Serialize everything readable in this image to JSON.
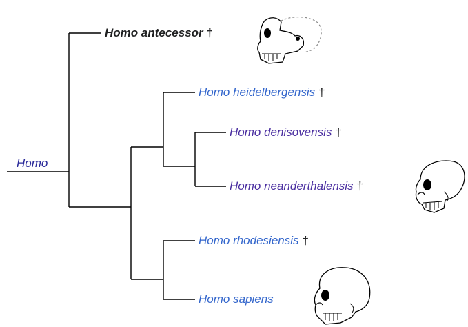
{
  "genus": "Homo",
  "extinct_mark": "†",
  "taxa": {
    "antecessor": "Homo antecessor",
    "heidelbergensis": "Homo heidelbergensis",
    "denisovensis": "Homo denisovensis",
    "neanderthalensis": "Homo neanderthalensis",
    "rhodesiensis": "Homo rhodesiensis",
    "sapiens": "Homo sapiens"
  },
  "colors": {
    "link": "#3366cc",
    "visited_link": "#4a2ea0",
    "current": "#202122",
    "line": "#000000"
  },
  "icons": [
    "skull-antecessor-icon",
    "skull-neanderthal-icon",
    "skull-sapiens-icon"
  ]
}
